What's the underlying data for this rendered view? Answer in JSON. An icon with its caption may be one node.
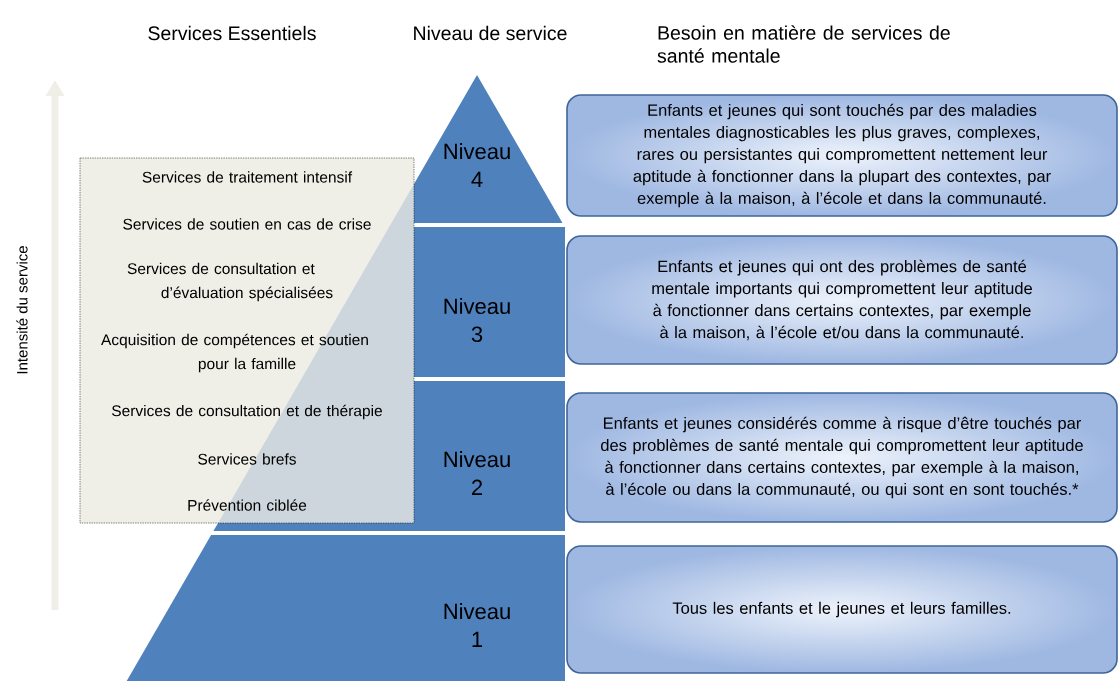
{
  "diagram": {
    "nodes": [
      {
        "text": [
          "Services de traitement intensif",
          "Services de soutien en cas de crise",
          "Services de consultation et d’évaluation spécialisées",
          "Acquisition de compétences et soutien pour la famille",
          "Services de consultation et de thérapie",
          "Services brefs",
          "Prévention ciblée"
        ]
      },
      {
        "text": [
          "Niveau 4"
        ]
      },
      {
        "text": [
          "Niveau 3"
        ]
      },
      {
        "text": [
          "Niveau 2"
        ]
      },
      {
        "text": [
          "Niveau 1"
        ]
      },
      {
        "text": [
          "Enfants et jeunes qui sont touchés par des maladies mentales diagnosticables les plus graves, complexes, rares ou persistantes qui compromettent nettement leur aptitude à fonctionner dans la plupart des contextes, par exemple à la maison, à l’école et dans la communauté."
        ]
      },
      {
        "text": [
          "Enfants et jeunes qui ont des problèmes de santé mentale importants qui compromettent leur aptitude à fonctionner dans certains contextes, par exemple à la maison, à l’école et/ou dans la communauté."
        ]
      },
      {
        "text": [
          "Enfants et jeunes considérés comme à risque d’être touchés par des problèmes de santé mentale qui compromettent leur aptitude à fonctionner dans certains contextes, par exemple à la maison, à l’école ou dans la communauté, ou qui sont en sont touchés.*"
        ]
      },
      {
        "text": [
          "Tous les enfants et le jeunes et leurs familles."
        ]
      }
    ],
    "labels": [
      "Services Essentiels",
      "Niveau de service",
      "Besoin en matière de services de santé mentale",
      "Intensité du service"
    ]
  }
}
